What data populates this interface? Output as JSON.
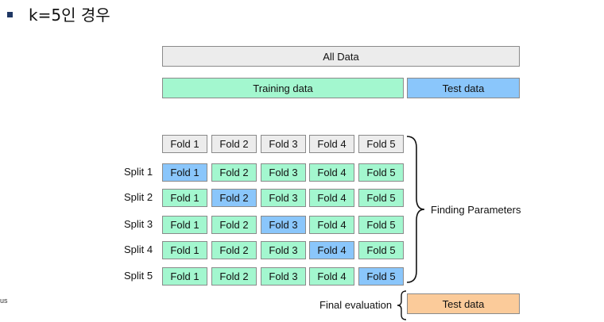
{
  "slide": {
    "title": "k=5인 경우",
    "corner_text": "us"
  },
  "top": {
    "all_data": "All Data",
    "training_data": "Training data",
    "test_data": "Test data"
  },
  "header_folds": [
    "Fold 1",
    "Fold 2",
    "Fold 3",
    "Fold 4",
    "Fold 5"
  ],
  "splits": [
    {
      "label": "Split 1",
      "folds": [
        "Fold 1",
        "Fold 2",
        "Fold 3",
        "Fold 4",
        "Fold 5"
      ],
      "test_index": 0
    },
    {
      "label": "Split 2",
      "folds": [
        "Fold 1",
        "Fold 2",
        "Fold 3",
        "Fold 4",
        "Fold 5"
      ],
      "test_index": 1
    },
    {
      "label": "Split 3",
      "folds": [
        "Fold 1",
        "Fold 2",
        "Fold 3",
        "Fold 4",
        "Fold 5"
      ],
      "test_index": 2
    },
    {
      "label": "Split 4",
      "folds": [
        "Fold 1",
        "Fold 2",
        "Fold 3",
        "Fold 4",
        "Fold 5"
      ],
      "test_index": 3
    },
    {
      "label": "Split 5",
      "folds": [
        "Fold 1",
        "Fold 2",
        "Fold 3",
        "Fold 4",
        "Fold 5"
      ],
      "test_index": 4
    }
  ],
  "finding_parameters": "Finding Parameters",
  "final": {
    "label": "Final evaluation",
    "test_data": "Test data"
  },
  "colors": {
    "gray": "#ececec",
    "training": "#a3f7cf",
    "test": "#8ac6fb",
    "final_test": "#fbcb9a"
  }
}
